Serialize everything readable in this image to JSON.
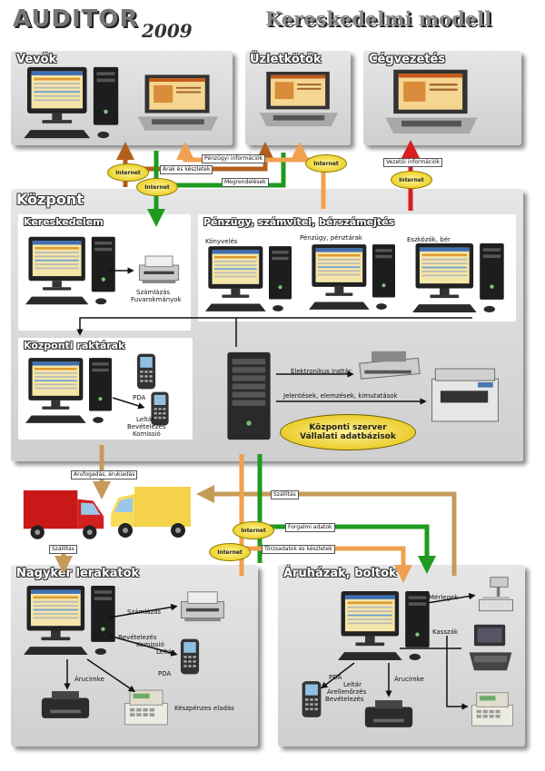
{
  "header": {
    "logo": "AUDITOR",
    "logo_year": "2009",
    "title": "Kereskedelmi modell"
  },
  "panels": {
    "vevok": "Vevők",
    "uzletkotok": "Üzletkötők",
    "cegvezetes": "Cégvezetés",
    "kozpont": "Központ",
    "kereskedelem": "Kereskedelem",
    "penzugy": "Pénzügy, számvitel, bérszámejtés",
    "raktarak": "Központi raktárak",
    "nagyker": "Nagyker lerakatok",
    "aruhazak": "Áruházak, boltok"
  },
  "flows": {
    "penzugyi_info": "Pénzügyi információk",
    "arak_keszletek": "Árak és készletek",
    "megrendelesek": "Megrendelések",
    "vezetoi_info": "Vezetői információk",
    "arufogadas": "Árufogadás, árukiadás",
    "szallitas_left": "Szállítás",
    "szallitas_right": "Szállítás",
    "forgalmi": "Forgalmi adatok",
    "torzsadatok": "Törzsadatok és készletek",
    "elektronikus": "Elektronikus irattár",
    "jelentesek": "Jelentések, elemzések, kimutatások"
  },
  "internet": [
    "Internet",
    "Internet",
    "Internet",
    "Internet",
    "Internet",
    "Internet"
  ],
  "server": {
    "line1": "Központi szerver",
    "line2": "Vállalati adatbázisok"
  },
  "labels": {
    "szamlazas_fuvar_1": "Számlázás",
    "szamlazas_fuvar_2": "Fuvarokmányok",
    "konyveles": "Könyvelés",
    "penzugy_sub": "Pénzügy, pénztárak",
    "eszkozok": "Eszközök, bér",
    "pda_k": "PDA",
    "raktar_1": "Leltár",
    "raktar_2": "Bevételezés",
    "raktar_3": "Komissió",
    "nagy_szamlazas": "Számlázás",
    "nagy_1": "Bevételezés",
    "nagy_2": "Komissió",
    "nagy_3": "Leltár",
    "nagy_pda": "PDA",
    "nagy_arucimke": "Árucimke",
    "nagy_keszpenz": "Készpénzes eladás",
    "merlegek": "Mérlegek",
    "kasszak": "Kasszák",
    "bolt_pda": "PDA",
    "bolt_1": "Leltár",
    "bolt_2": "Árellenőrzés",
    "bolt_3": "Bevételezés",
    "bolt_arucimke": "Árucimke"
  },
  "colors": {
    "brown": "#b35f1c",
    "green": "#1e9a1e",
    "orange": "#f0a050",
    "red": "#d81e1e",
    "tan": "#c69a5a",
    "panel": "#d9d9d9"
  }
}
